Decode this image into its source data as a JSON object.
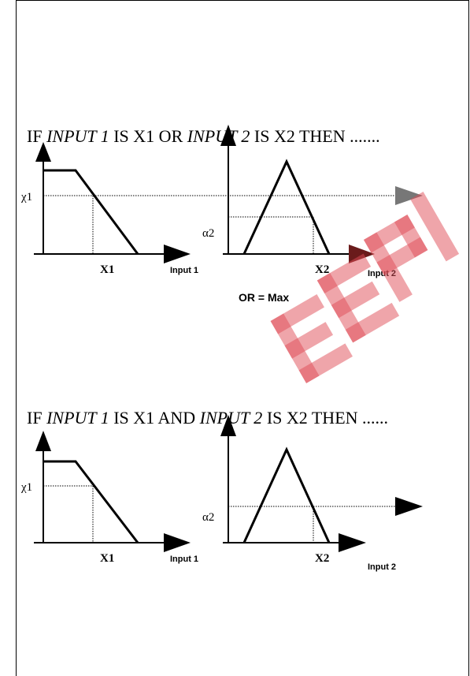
{
  "rule_or": {
    "prefix": "IF ",
    "input1": "INPUT 1",
    "is1": " IS X1 OR ",
    "input2": "INPUT 2",
    "is2": " IS X2 THEN ......."
  },
  "rule_and": {
    "prefix": "IF ",
    "input1": "INPUT 1",
    "is1": " IS X1 AND ",
    "input2": "INPUT 2",
    "is2": " IS X2 THEN ......"
  },
  "labels": {
    "chi1": "χ1",
    "alpha2": "α2",
    "x1": "X1",
    "x2": "X2",
    "input1": "Input 1",
    "input2": "Input 2",
    "or_op": "OR",
    "equals": " = ",
    "max_op": "Max"
  },
  "colors": {
    "line": "#000000",
    "watermark": "#e04b55",
    "arrow_gray": "#777777",
    "arrow_dark": "#6a1b1b"
  },
  "watermark_icon": "EEPW-logo-watermark"
}
